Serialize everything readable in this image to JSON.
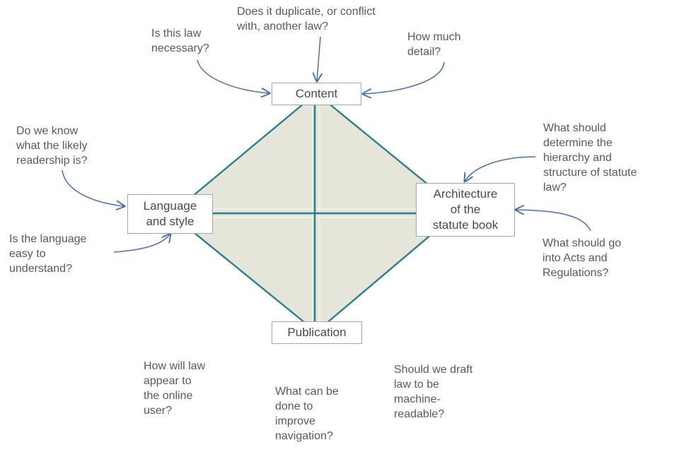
{
  "diagram": {
    "fill_color": "#e6e5d9",
    "line_color": "#2a7f90",
    "arrow_color": "#4a6fae",
    "nodes": {
      "content": "Content",
      "language": "Language\nand style",
      "architecture": "Architecture\nof the\nstatute book",
      "publication": "Publication"
    },
    "questions": {
      "necessary": "Is this law\nnecessary?",
      "duplicate": "Does it duplicate, or conflict\nwith, another law?",
      "detail": "How much\ndetail?",
      "readership": "Do we know\nwhat the likely\nreadership is?",
      "easy": "Is the language\neasy to\nunderstand?",
      "hierarchy": "What should\ndetermine the\nhierarchy and\nstructure of statute\nlaw?",
      "acts": "What should go\ninto Acts and\nRegulations?",
      "online": "How will law\nappear to\nthe online\nuser?",
      "navigation": "What can be\ndone to\nimprove\nnavigation?",
      "machine": "Should we draft\nlaw to be\nmachine-\nreadable?"
    }
  }
}
